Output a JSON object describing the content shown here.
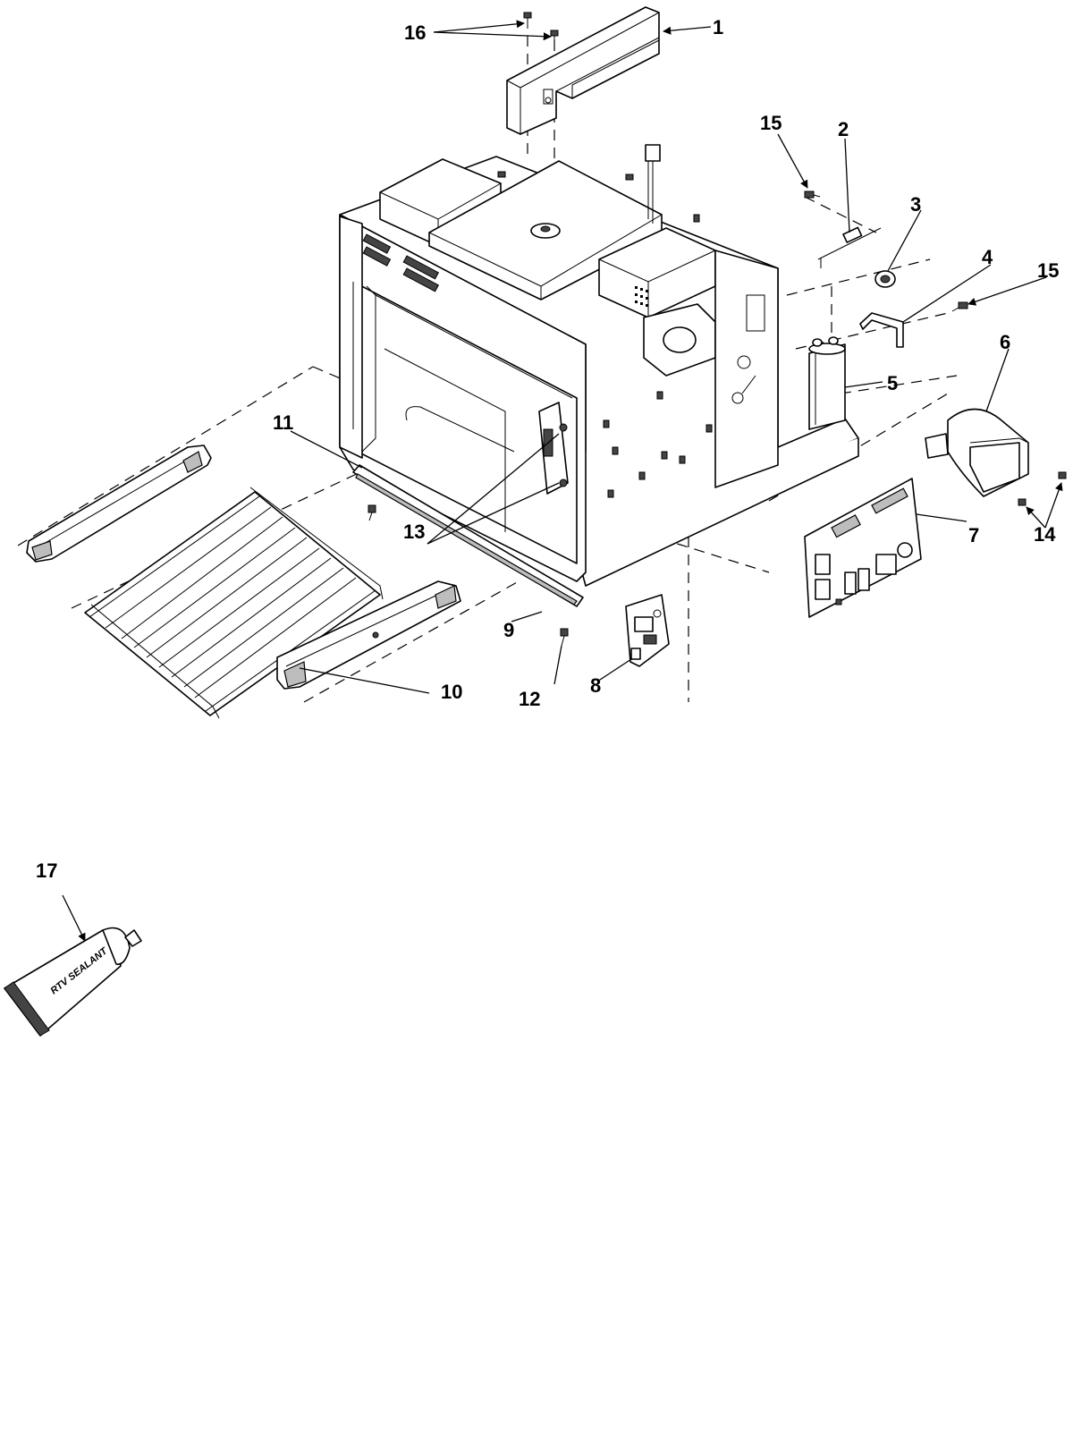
{
  "callouts": [
    "1",
    "2",
    "3",
    "4",
    "5",
    "6",
    "7",
    "8",
    "9",
    "10",
    "11",
    "12",
    "13",
    "14",
    "15",
    "15",
    "16",
    "17"
  ],
  "sealant_tube": {
    "label": "RTV SEALANT"
  }
}
